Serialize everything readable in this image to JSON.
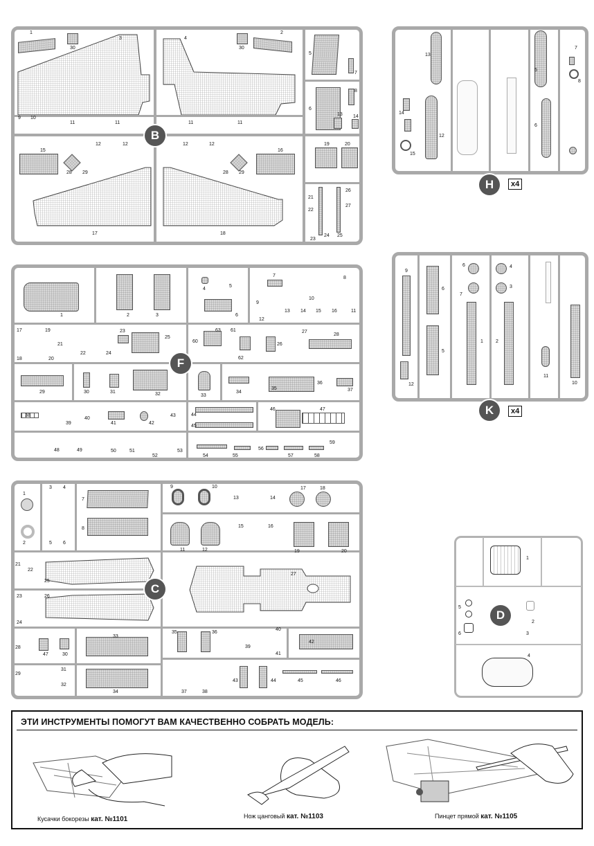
{
  "sprues": {
    "B": {
      "badge": "B",
      "labels": [
        "1",
        "30",
        "3",
        "4",
        "30",
        "2",
        "5",
        "7",
        "8",
        "6",
        "13",
        "14",
        "9",
        "10",
        "11",
        "11",
        "11",
        "11",
        "12",
        "12",
        "12",
        "12",
        "15",
        "28",
        "29",
        "28",
        "29",
        "16",
        "19",
        "20",
        "21",
        "22",
        "26",
        "27",
        "17",
        "18",
        "23",
        "24",
        "25"
      ]
    },
    "F": {
      "badge": "F",
      "labels": [
        "1",
        "2",
        "3",
        "4",
        "5",
        "7",
        "8",
        "6",
        "9",
        "10",
        "11",
        "12",
        "13",
        "14",
        "15",
        "16",
        "17",
        "19",
        "21",
        "22",
        "23",
        "25",
        "18",
        "20",
        "24",
        "63",
        "60",
        "61",
        "62",
        "26",
        "27",
        "28",
        "29",
        "30",
        "31",
        "32",
        "33",
        "34",
        "35",
        "36",
        "37",
        "38",
        "39",
        "40",
        "41",
        "42",
        "43",
        "44",
        "45",
        "46",
        "47",
        "48",
        "49",
        "50",
        "51",
        "52",
        "53",
        "54",
        "55",
        "56",
        "57",
        "58",
        "59"
      ]
    },
    "C": {
      "badge": "C",
      "labels": [
        "1",
        "2",
        "3",
        "4",
        "5",
        "6",
        "7",
        "8",
        "9",
        "10",
        "11",
        "12",
        "13",
        "14",
        "15",
        "16",
        "17",
        "18",
        "19",
        "20",
        "21",
        "22",
        "25",
        "26",
        "27",
        "23",
        "24",
        "28",
        "29",
        "47",
        "30",
        "31",
        "32",
        "33",
        "34",
        "35",
        "36",
        "37",
        "38",
        "39",
        "40",
        "41",
        "42",
        "43",
        "44",
        "45",
        "46"
      ]
    },
    "H": {
      "badge": "H",
      "multiplier": "x4",
      "labels": [
        "13",
        "14",
        "15",
        "12",
        "5",
        "6",
        "7",
        "8"
      ]
    },
    "K": {
      "badge": "K",
      "multiplier": "x4",
      "labels": [
        "9",
        "6",
        "5",
        "4",
        "3",
        "7",
        "1",
        "2",
        "12",
        "11",
        "10"
      ]
    },
    "D": {
      "badge": "D",
      "labels": [
        "1",
        "5",
        "6",
        "2",
        "3",
        "4"
      ]
    }
  },
  "tools": {
    "title": "ЭТИ ИНСТРУМЕНТЫ ПОМОГУТ ВАМ КАЧЕСТВЕННО СОБРАТЬ МОДЕЛЬ:",
    "items": [
      {
        "name": "Кусачки бокорезы",
        "cat": "кат. №1101"
      },
      {
        "name": "Нож цанговый",
        "cat": "кат. №1103"
      },
      {
        "name": "Пинцет прямой",
        "cat": "кат. №1105"
      }
    ]
  }
}
